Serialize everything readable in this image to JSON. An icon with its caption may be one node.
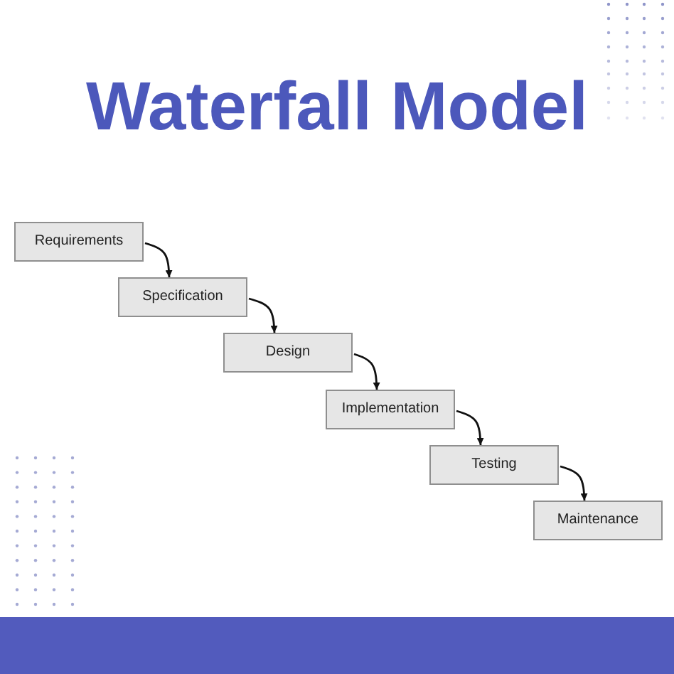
{
  "diagram": {
    "title": "Waterfall Model",
    "nodes": [
      {
        "text": [
          "Requirements"
        ]
      },
      {
        "text": [
          "Specification"
        ]
      },
      {
        "text": [
          "Design"
        ]
      },
      {
        "text": [
          "Implementation"
        ]
      },
      {
        "text": [
          "Testing"
        ]
      },
      {
        "text": [
          "Maintenance"
        ]
      }
    ],
    "edges": [
      {
        "from": 0,
        "to": 1,
        "arrow": "to"
      },
      {
        "from": 1,
        "to": 2,
        "arrow": "to"
      },
      {
        "from": 2,
        "to": 3,
        "arrow": "to"
      },
      {
        "from": 3,
        "to": 4,
        "arrow": "to"
      },
      {
        "from": 4,
        "to": 5,
        "arrow": "to"
      }
    ]
  }
}
